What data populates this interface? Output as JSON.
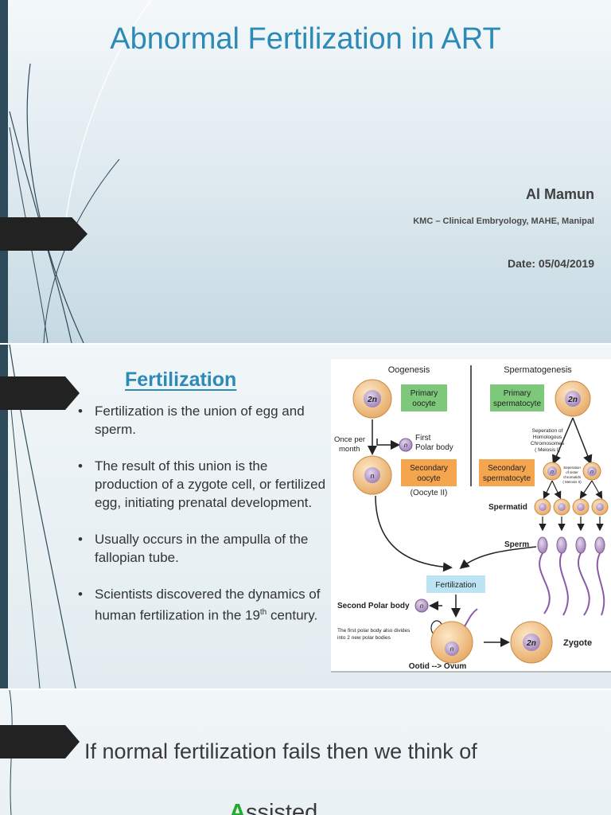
{
  "slide1": {
    "title": "Abnormal Fertilization in ART",
    "author": "Al Mamun",
    "affiliation": "KMC – Clinical Embryology, MAHE, Manipal",
    "date": "Date: 05/04/2019"
  },
  "slide2": {
    "heading": "Fertilization",
    "bullets": [
      "Fertilization is the union of egg and sperm.",
      "The result of this union is the production of a zygote cell, or fertilized egg, initiating prenatal development.",
      "Usually occurs in the ampulla of the fallopian tube."
    ],
    "bullet4_part1": "Scientists discovered the dynamics of human fertilization in the 19",
    "bullet4_sup": "th",
    "bullet4_part2": " century.",
    "diagram": {
      "oogenesis": "Oogenesis",
      "spermatogenesis": "Spermatogenesis",
      "primary_oocyte": [
        "Primary",
        "oocyte"
      ],
      "primary_spermatocyte": [
        "Primary",
        "spermatocyte"
      ],
      "once_per_month": [
        "Once per",
        "month"
      ],
      "first_polar_body": [
        "First",
        "Polar body"
      ],
      "separation_homologous": [
        "Seperation of",
        "Homologous",
        "Chromosomes",
        "( Meiosis I)"
      ],
      "separation_sister": [
        "Seperation",
        "of sister",
        "chromatids",
        "( Meiosis II)"
      ],
      "secondary_oocyte": [
        "Secondary",
        "oocyte"
      ],
      "oocyte_ii": "(Oocyte II)",
      "secondary_spermatocyte": [
        "Secondary",
        "spermatocyte"
      ],
      "spermatid": "Spermatid",
      "sperm": "Sperm",
      "fertilization": "Fertilization",
      "second_polar_body": "Second Polar body",
      "first_polar_divides": [
        "The first polar body also divides",
        "into 2 new polar bodies"
      ],
      "ootid": "Ootid --> Ovum",
      "zygote": "Zygote",
      "ploidy_2n": "2n",
      "ploidy_n": "n",
      "colors": {
        "green_box": "#7dc87a",
        "orange_box": "#f5a54d",
        "blue_box": "#bde4f4",
        "cell": "#f3c98f"
      }
    }
  },
  "slide3": {
    "line1": "If normal fertilization fails then we think of",
    "assisted_first": "A",
    "assisted_rest": "ssisted"
  }
}
